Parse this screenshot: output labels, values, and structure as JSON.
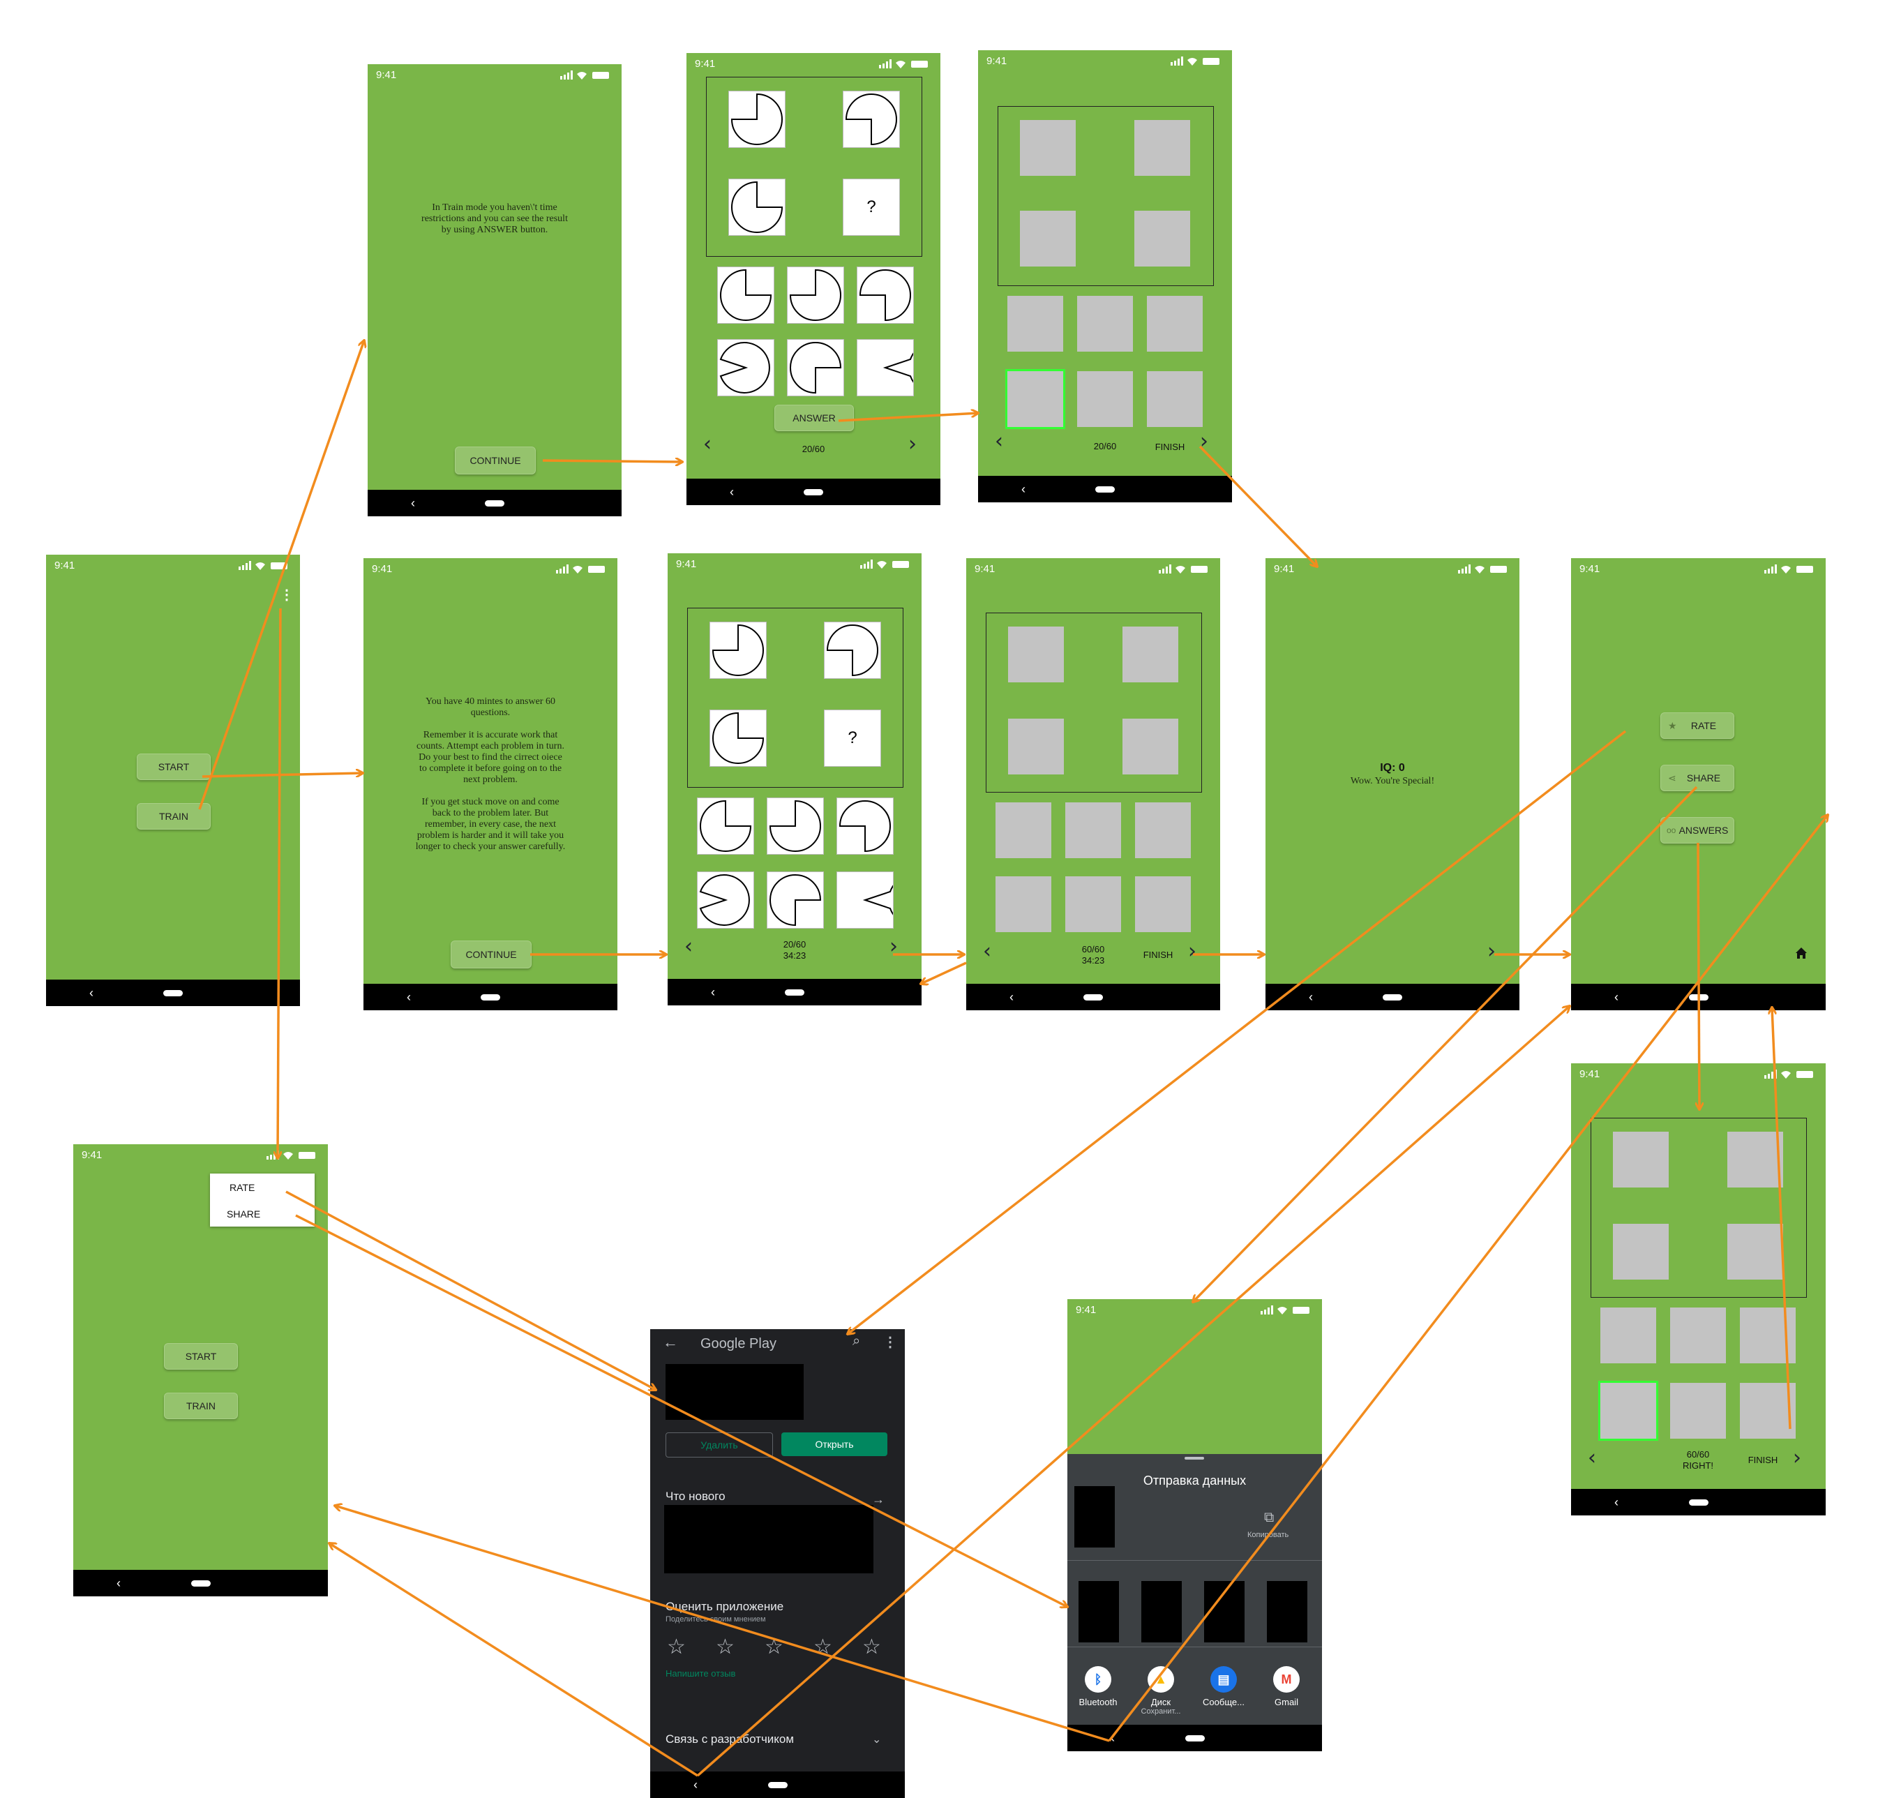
{
  "status_time": "9:41",
  "screens": {
    "main": {
      "start_label": "START",
      "train_label": "TRAIN"
    },
    "train_intro": {
      "text": "In Train mode you haven\\'t time\nrestrictions and you can see the result\nby using ANSWER button.",
      "continue_label": "CONTINUE"
    },
    "train_question": {
      "answer_label": "ANSWER",
      "counter": "20/60",
      "missing_symbol": "?"
    },
    "train_answer": {
      "counter": "20/60",
      "finish_label": "FINISH"
    },
    "test_intro": {
      "text": "You have 40 mintes to answer 60\nquestions.\n\nRemember it is accurate work that\ncounts. Attempt each problem in turn.\nDo your best to find the cirrect oiece\nto complete it before going on to the\nnext problem.\n\nIf you get stuck move on and come\nback to the problem later. But\nremember, in every case, the next\nproblem is harder and it will take you\nlonger to check your answer carefully.",
      "continue_label": "CONTINUE"
    },
    "test_question": {
      "counter": "20/60",
      "timer": "34:23",
      "missing_symbol": "?"
    },
    "test_last": {
      "counter": "60/60",
      "timer": "34:23",
      "finish_label": "FINISH"
    },
    "result": {
      "iq": "IQ: 0",
      "message": "Wow. You're Special!"
    },
    "actions": {
      "rate_label": "RATE",
      "share_label": "SHARE",
      "answers_label": "ANSWERS"
    },
    "review": {
      "counter": "60/60",
      "verdict": "RIGHT!",
      "finish_label": "FINISH"
    },
    "menu_open": {
      "rate_label": "RATE",
      "share_label": "SHARE",
      "start_label": "START",
      "train_label": "TRAIN"
    },
    "google_play": {
      "title": "Google Play",
      "uninstall_label": "Удалить",
      "open_label": "Открыть",
      "whats_new": "Что нового",
      "rate_title": "Оценить приложение",
      "rate_sub": "Поделитесь своим мнением",
      "write_review": "Напишите отзыв",
      "contact_dev": "Связь с разработчиком"
    },
    "share_sheet": {
      "title": "Отправка данных",
      "copy_label": "Копировать",
      "apps": [
        {
          "name": "Bluetooth",
          "sub": ""
        },
        {
          "name": "Диск",
          "sub": "Сохранит..."
        },
        {
          "name": "Сообще...",
          "sub": ""
        },
        {
          "name": "Gmail",
          "sub": ""
        }
      ]
    }
  },
  "colors": {
    "screen_bg": "#7ab648",
    "arrow": "#f28c1e",
    "dark_bg": "#202124",
    "play_green": "#01875f"
  }
}
